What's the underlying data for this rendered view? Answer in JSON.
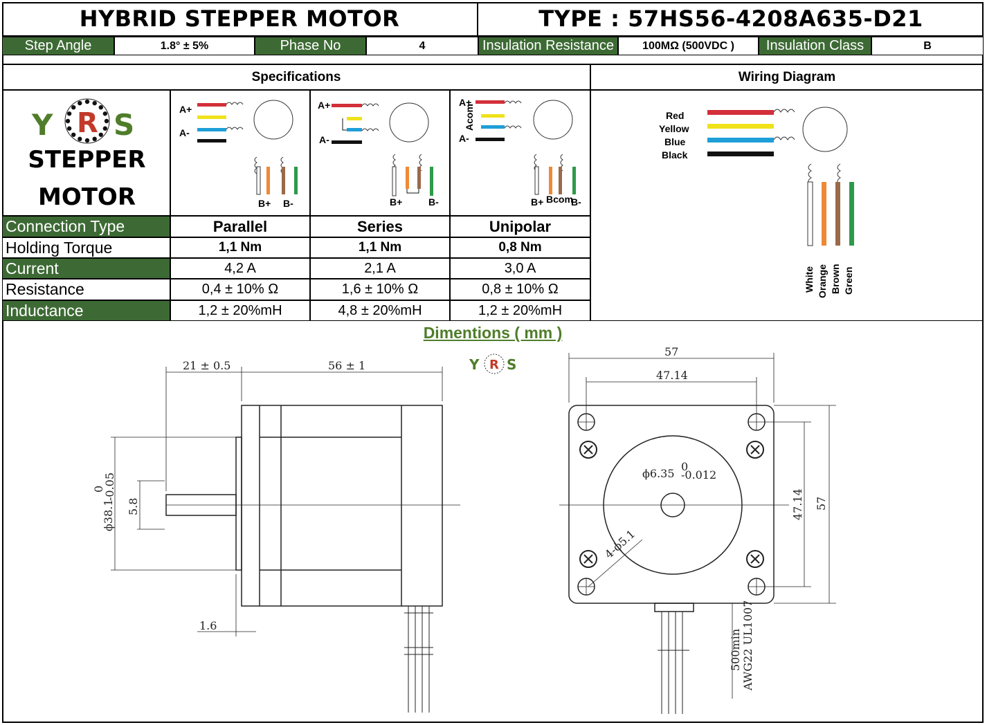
{
  "header": {
    "title_left": "HYBRID STEPPER MOTOR",
    "title_right": "TYPE : 57HS56-4208A635-D21"
  },
  "params": {
    "step_angle_label": "Step Angle",
    "step_angle_value": "1.8° ± 5%",
    "phase_no_label": "Phase No",
    "phase_no_value": "4",
    "insulation_resistance_label": "Insulation Resistance",
    "insulation_resistance_value": "100MΩ  (500VDC )",
    "insulation_class_label": "Insulation Class",
    "insulation_class_value": "B"
  },
  "sections": {
    "specifications": "Specifications",
    "wiring_diagram": "Wiring Diagram"
  },
  "brand": {
    "logo_text": "YRS",
    "line1": "STEPPER",
    "line2": "MOTOR",
    "colors": {
      "green": "#4f7d2a",
      "red": "#c23a2a"
    }
  },
  "connection_diagrams": [
    {
      "name": "parallel",
      "a_plus": "A+",
      "a_minus": "A-",
      "b_plus": "B+",
      "b_minus": "B-"
    },
    {
      "name": "series",
      "a_plus": "A+",
      "a_minus": "A-",
      "b_plus": "B+",
      "b_minus": "B-"
    },
    {
      "name": "unipolar",
      "a_plus": "A+",
      "a_com": "Acom",
      "a_minus": "A-",
      "b_plus": "B+",
      "b_com": "Bcom",
      "b_minus": "B-"
    }
  ],
  "spec_table": {
    "rows": [
      {
        "label": "Connection Type",
        "values": [
          "Parallel",
          "Series",
          "Unipolar"
        ]
      },
      {
        "label": "Holding Torque",
        "values": [
          "1,1 Nm",
          "1,1 Nm",
          "0,8 Nm"
        ]
      },
      {
        "label": "Current",
        "values": [
          "4,2 A",
          "2,1 A",
          "3,0 A"
        ]
      },
      {
        "label": "Resistance",
        "values": [
          "0,4 ± 10% Ω",
          "1,6 ± 10% Ω",
          "0,8 ± 10% Ω"
        ]
      },
      {
        "label": "Inductance",
        "values": [
          "1,2  ±  20%mH",
          "4,8  ±  20%mH",
          "1,2  ±  20%mH"
        ]
      }
    ]
  },
  "wiring": {
    "a_wires": [
      "Red",
      "Yellow",
      "Blue",
      "Black"
    ],
    "b_wires": [
      "White",
      "Orange",
      "Brown",
      "Green"
    ],
    "wire_colors": {
      "Red": "#d32f3a",
      "Yellow": "#f0e21a",
      "Blue": "#1e9fd8",
      "Black": "#111111",
      "White": "#ffffff",
      "Orange": "#ee8a35",
      "Brown": "#9a6a4a",
      "Green": "#2e9a4a"
    }
  },
  "dimensions": {
    "title": "Dimentions ( mm )",
    "side": {
      "shaft_len": "21 ± 0.5",
      "body_len": "56 ± 1",
      "pilot_dia": "ϕ38.1",
      "pilot_tol_upper": "0",
      "pilot_tol_lower": "-0.05",
      "shaft_flat": "5.8",
      "pilot_depth": "1.6"
    },
    "front": {
      "width": "57",
      "hole_spacing": "47.14",
      "shaft_dia": "ϕ6.35",
      "shaft_tol_upper": "0",
      "shaft_tol_lower": "-0.012",
      "holes": "4-ϕ5.1",
      "height_spacing": "47.14",
      "height": "57",
      "lead_spec_1": "500min",
      "lead_spec_2": "AWG22  UL1007"
    }
  }
}
